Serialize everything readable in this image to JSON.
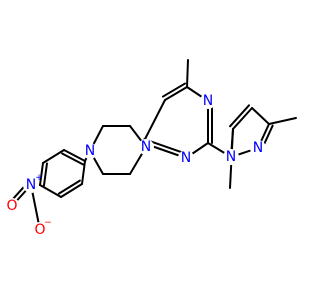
{
  "molecule": {
    "colors": {
      "bond": "#000000",
      "carbon": "#000000",
      "nitrogen": "#0000ff",
      "oxygen": "#ff0000",
      "background": "#ffffff"
    },
    "atom_labels": [
      {
        "id": "n-pyr-1",
        "text": "N",
        "element": "nitrogen"
      },
      {
        "id": "n-pyr-2",
        "text": "N",
        "element": "nitrogen"
      },
      {
        "id": "n-pyrazole-1",
        "text": "N",
        "element": "nitrogen"
      },
      {
        "id": "n-pyrazole-2",
        "text": "N",
        "element": "nitrogen"
      },
      {
        "id": "n-piperazine-1",
        "text": "N",
        "element": "nitrogen"
      },
      {
        "id": "n-piperazine-2",
        "text": "N",
        "element": "nitrogen"
      },
      {
        "id": "n-nitro",
        "text": "N",
        "element": "nitrogen",
        "charge": "+"
      },
      {
        "id": "o-nitro-1",
        "text": "O",
        "element": "oxygen",
        "charge": "−"
      },
      {
        "id": "o-nitro-2",
        "text": "O",
        "element": "oxygen"
      }
    ]
  }
}
